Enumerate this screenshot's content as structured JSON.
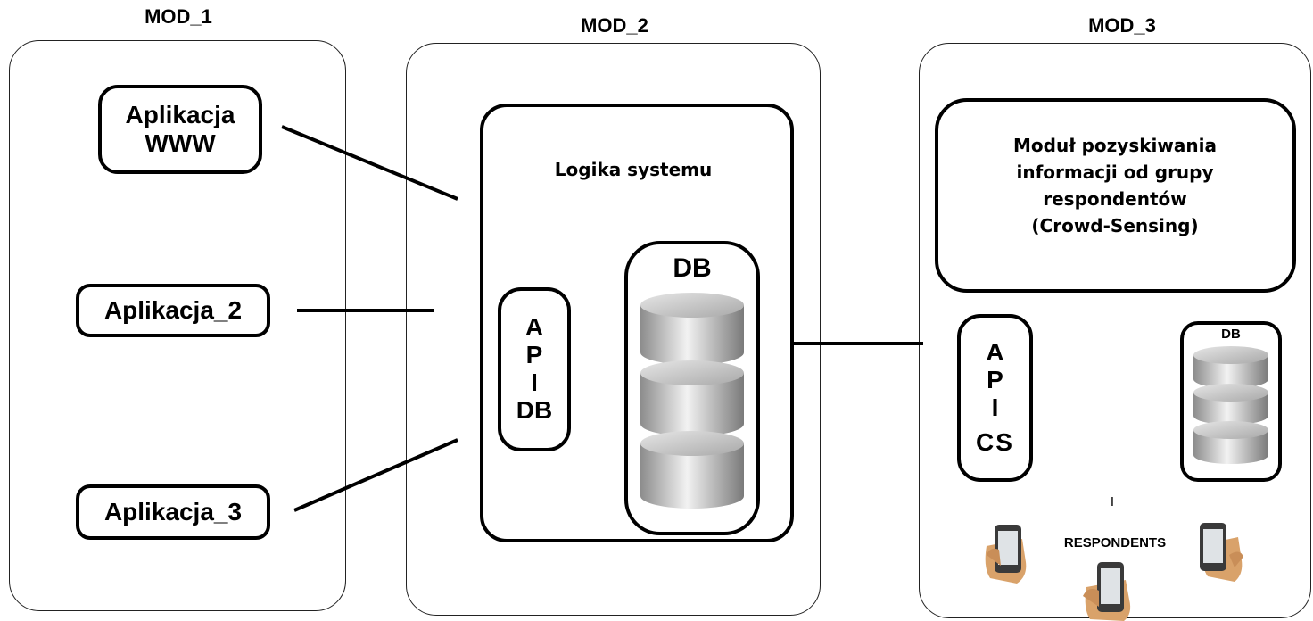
{
  "modules": {
    "mod1": {
      "title": "MOD_1"
    },
    "mod2": {
      "title": "MOD_2"
    },
    "mod3": {
      "title": "MOD_3"
    }
  },
  "mod1": {
    "app_www": [
      "Aplikacja",
      "WWW"
    ],
    "app_2": "Aplikacja_2",
    "app_3": "Aplikacja_3"
  },
  "mod2": {
    "logic_label": "Logika systemu",
    "api_db": [
      "A",
      "P",
      "I",
      "DB"
    ],
    "db_label": "DB"
  },
  "mod3": {
    "crowd_module": [
      "Moduł pozyskiwania",
      "informacji od grupy",
      "respondentów",
      "(Crowd-Sensing)"
    ],
    "api_cs": [
      "A",
      "P",
      "I",
      "CS"
    ],
    "db_label": "DB",
    "respondents_label": "RESPONDENTS",
    "divider_mark": "I"
  },
  "colors": {
    "line": "#000000",
    "db_cylinder_light": "#f2f2f2",
    "db_cylinder_dark": "#8c8c8c",
    "hand_skin": "#d9a26a",
    "phone_body": "#3a3a3a"
  }
}
